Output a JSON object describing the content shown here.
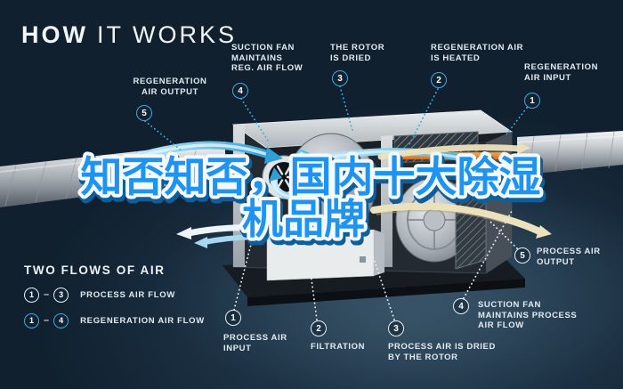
{
  "header": {
    "title_bold": "HOW",
    "title_light": "IT WORKS"
  },
  "overlay": {
    "line1": "知否知否，国内十大除湿",
    "line2": "机品牌"
  },
  "top_labels": [
    {
      "num": "5",
      "lines": [
        "REGENERATION",
        "AIR OUTPUT"
      ]
    },
    {
      "num": "4",
      "lines": [
        "SUCTION FAN",
        "MAINTAINS",
        "REG. AIR FLOW"
      ]
    },
    {
      "num": "3",
      "lines": [
        "THE ROTOR",
        "IS DRIED"
      ]
    },
    {
      "num": "2",
      "lines": [
        "REGENERATION AIR",
        "IS HEATED"
      ]
    },
    {
      "num": "1",
      "lines": [
        "REGENERATION",
        "AIR INPUT"
      ]
    }
  ],
  "bottom_labels": [
    {
      "num": "1",
      "lines": [
        "PROCESS AIR",
        "INPUT"
      ]
    },
    {
      "num": "2",
      "lines": [
        "FILTRATION"
      ]
    },
    {
      "num": "3",
      "lines": [
        "PROCESS AIR IS DRIED",
        "BY THE ROTOR"
      ]
    },
    {
      "num": "4",
      "lines": [
        "SUCTION FAN",
        "MAINTAINS PROCESS",
        "AIR FLOW"
      ]
    },
    {
      "num": "5",
      "lines": [
        "PROCESS AIR",
        "OUTPUT"
      ]
    }
  ],
  "legend": {
    "title": "TWO FLOWS OF AIR",
    "rows": [
      {
        "from": "1",
        "dash": "–",
        "to": "3",
        "label": "PROCESS AIR FLOW",
        "style": "white"
      },
      {
        "from": "1",
        "dash": "–",
        "to": "4",
        "label": "REGENERATION AIR FLOW",
        "style": "blue"
      }
    ]
  },
  "colors": {
    "background": "#16293a",
    "accent_blue": "#41a9da",
    "overlay_blue": "#1e93f0",
    "heater_orange": "#e8822c",
    "cream_flow": "#ece1bd"
  }
}
